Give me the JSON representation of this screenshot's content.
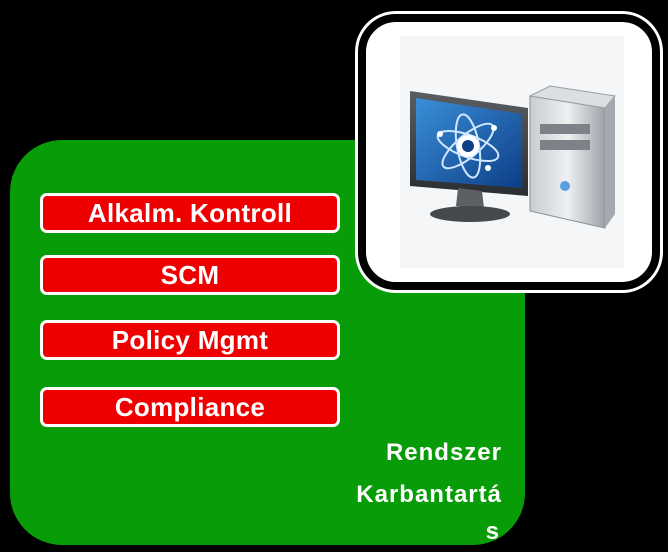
{
  "modules": [
    {
      "label": "Alkalm. Kontroll"
    },
    {
      "label": "SCM"
    },
    {
      "label": "Policy Mgmt"
    },
    {
      "label": "Compliance"
    }
  ],
  "footer": {
    "line1": "Rendszer",
    "line2": "Karbantartá",
    "line3": "s"
  },
  "colors": {
    "panel": "#089c08",
    "module": "#ee0000",
    "background": "#000000"
  },
  "illustration": {
    "icon": "desktop-computer-icon",
    "screen_logo": "atom-logo-icon"
  }
}
